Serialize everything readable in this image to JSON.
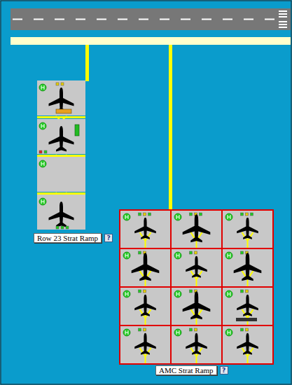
{
  "diagram": {
    "nodes": [
      {
        "text": [
          "Row 23 Strat Ramp"
        ]
      },
      {
        "text": [
          "AMC Strat Ramp"
        ]
      }
    ],
    "labels": [
      "?",
      "?"
    ]
  }
}
